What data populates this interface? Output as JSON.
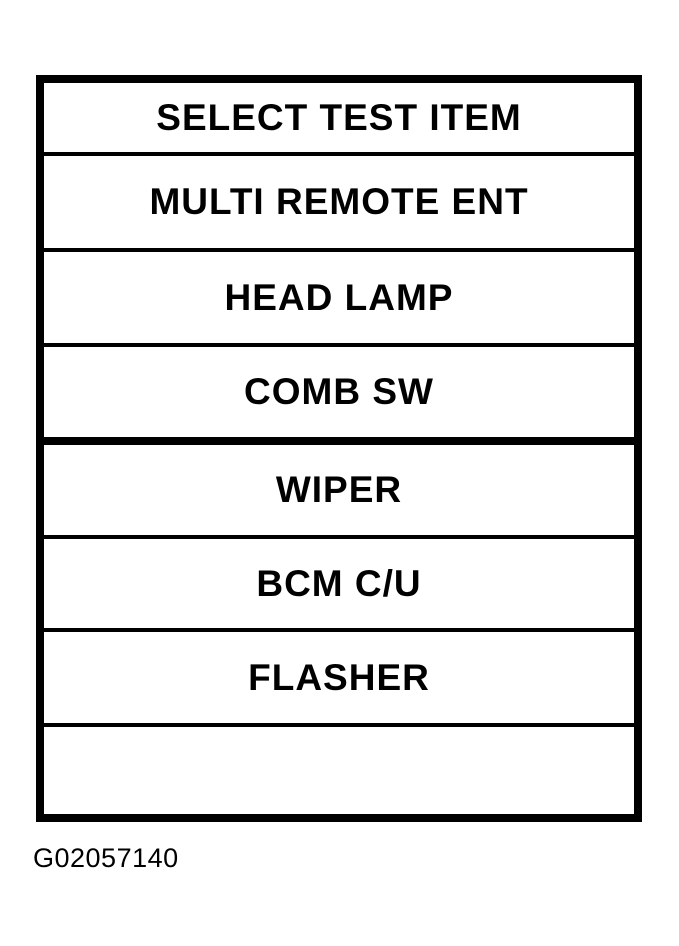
{
  "screen": {
    "title": "SELECT TEST ITEM",
    "menu_items": [
      "MULTI REMOTE ENT",
      "HEAD LAMP",
      "COMB SW",
      "WIPER",
      "BCM C/U",
      "FLASHER",
      ""
    ]
  },
  "figure_id": "G02057140",
  "colors": {
    "foreground": "#000000",
    "background": "#ffffff"
  }
}
